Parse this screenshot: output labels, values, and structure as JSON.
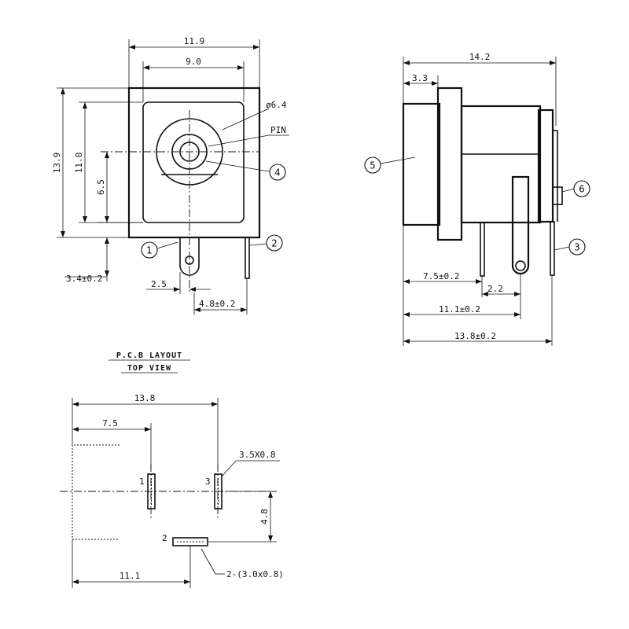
{
  "front_view": {
    "dims": {
      "width_outer": "11.9",
      "width_inner": "9.0",
      "height_outer": "13.9",
      "height_inner": "11.0",
      "center_height": "6.5",
      "pin_offset": "3.4±0.2",
      "pin_spacing_small": "2.5",
      "pin_spacing": "4.8±0.2"
    },
    "labels": {
      "hole_diameter": "ø6.4",
      "pin": "PIN"
    },
    "callouts": [
      "1",
      "2",
      "4"
    ]
  },
  "side_view": {
    "dims": {
      "total_length": "14.2",
      "flange": "3.3",
      "pin1_pos": "7.5±0.2",
      "pin_gap": "2.2",
      "pin2_pos": "11.1±0.2",
      "pin3_pos": "13.8±0.2"
    },
    "callouts": [
      "5",
      "6",
      "3"
    ]
  },
  "pcb_layout": {
    "title_line1": "P.C.B LAYOUT",
    "title_line2": "TOP VIEW",
    "dims": {
      "total": "13.8",
      "pin1": "7.5",
      "pin2_x": "11.1",
      "pin2_y": "4.8",
      "slot3": "3.5X0.8",
      "slot_other": "2-(3.0x0.8)"
    },
    "pin_labels": [
      "1",
      "2",
      "3"
    ]
  }
}
